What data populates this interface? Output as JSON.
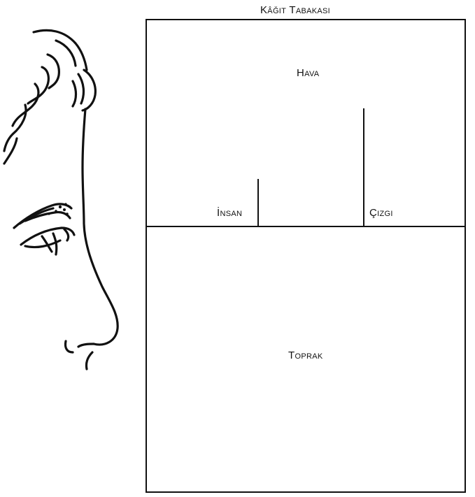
{
  "title": "Kâğıt Tabakası",
  "regions": {
    "air": "Hava",
    "ground": "Toprak"
  },
  "markers": {
    "human": "İnsan",
    "line": "Çizgi"
  },
  "illustration": {
    "icon": "face-profile-sketch-icon"
  }
}
